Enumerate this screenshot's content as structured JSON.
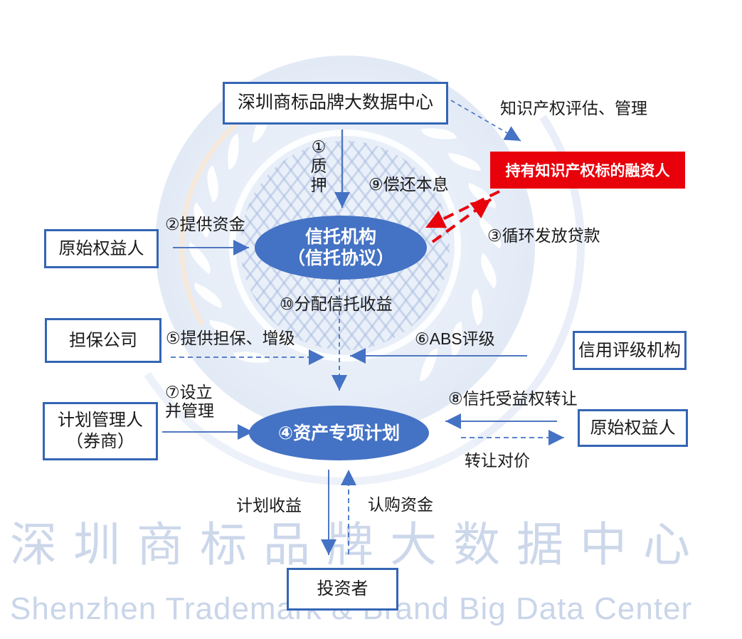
{
  "colors": {
    "node_blue": "#4472C4",
    "border_blue": "#3465B4",
    "red": "#E8000B",
    "watermark_blue": "#CDD7EA"
  },
  "nodes": {
    "data_center": "深圳商标品牌大数据中心",
    "financier": "持有知识产权标的融资人",
    "trust": [
      "信托机构",
      "（信托协议）"
    ],
    "original_holder_left": "原始权益人",
    "guarantee_company": "担保公司",
    "plan_manager": [
      "计划管理人",
      "（券商）"
    ],
    "credit_rating": "信用评级机构",
    "asset_plan": "④资产专项计划",
    "original_holder_right": "原始权益人",
    "investors": "投资者"
  },
  "labels": {
    "ip_management": "知识产权评估、管理",
    "step1_num": "①",
    "step1_char1": "质",
    "step1_char2": "押",
    "step2": "②提供资金",
    "step3": "③循环发放贷款",
    "step5": "⑤提供担保、增级",
    "step6": "⑥ABS评级",
    "step7_line1": "⑦设立",
    "step7_line2": "并管理",
    "step8": "⑧信托受益权转让",
    "step9": "⑨偿还本息",
    "step10": "⑩分配信托收益",
    "transfer_price": "转让对价",
    "plan_income": "计划收益",
    "purchase_funds": "认购资金"
  },
  "watermark": {
    "zh": "深圳商标品牌大数据中心",
    "en": "Shenzhen Trademark & Brand Big Data Center"
  }
}
